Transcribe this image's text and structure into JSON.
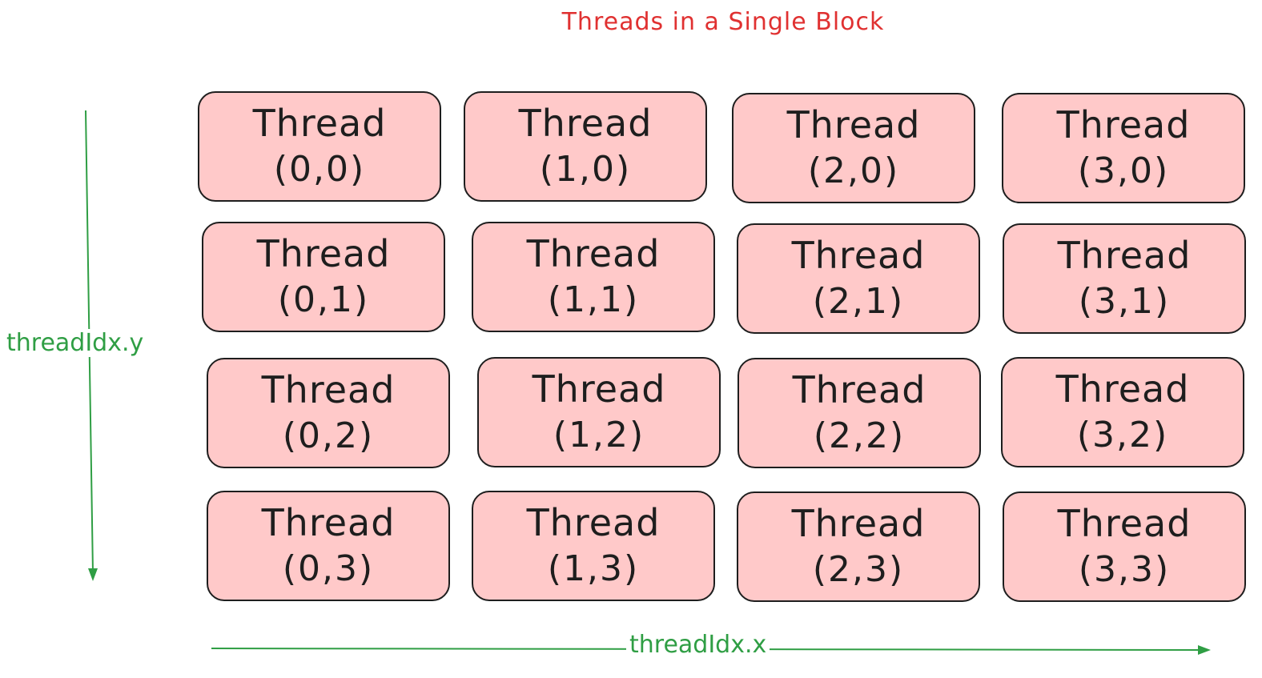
{
  "title": "Threads in a Single Block",
  "axes": {
    "x_label": "threadIdx.x",
    "y_label": "threadIdx.y"
  },
  "colors": {
    "title": "#e03131",
    "axis": "#2f9e44",
    "box_fill": "#ffc9c9",
    "box_stroke": "#1e1e1e"
  },
  "threads": [
    {
      "label": "Thread",
      "coord": "(0,0)"
    },
    {
      "label": "Thread",
      "coord": "(1,0)"
    },
    {
      "label": "Thread",
      "coord": "(2,0)"
    },
    {
      "label": "Thread",
      "coord": "(3,0)"
    },
    {
      "label": "Thread",
      "coord": "(0,1)"
    },
    {
      "label": "Thread",
      "coord": "(1,1)"
    },
    {
      "label": "Thread",
      "coord": "(2,1)"
    },
    {
      "label": "Thread",
      "coord": "(3,1)"
    },
    {
      "label": "Thread",
      "coord": "(0,2)"
    },
    {
      "label": "Thread",
      "coord": "(1,2)"
    },
    {
      "label": "Thread",
      "coord": "(2,2)"
    },
    {
      "label": "Thread",
      "coord": "(3,2)"
    },
    {
      "label": "Thread",
      "coord": "(0,3)"
    },
    {
      "label": "Thread",
      "coord": "(1,3)"
    },
    {
      "label": "Thread",
      "coord": "(2,3)"
    },
    {
      "label": "Thread",
      "coord": "(3,3)"
    }
  ]
}
